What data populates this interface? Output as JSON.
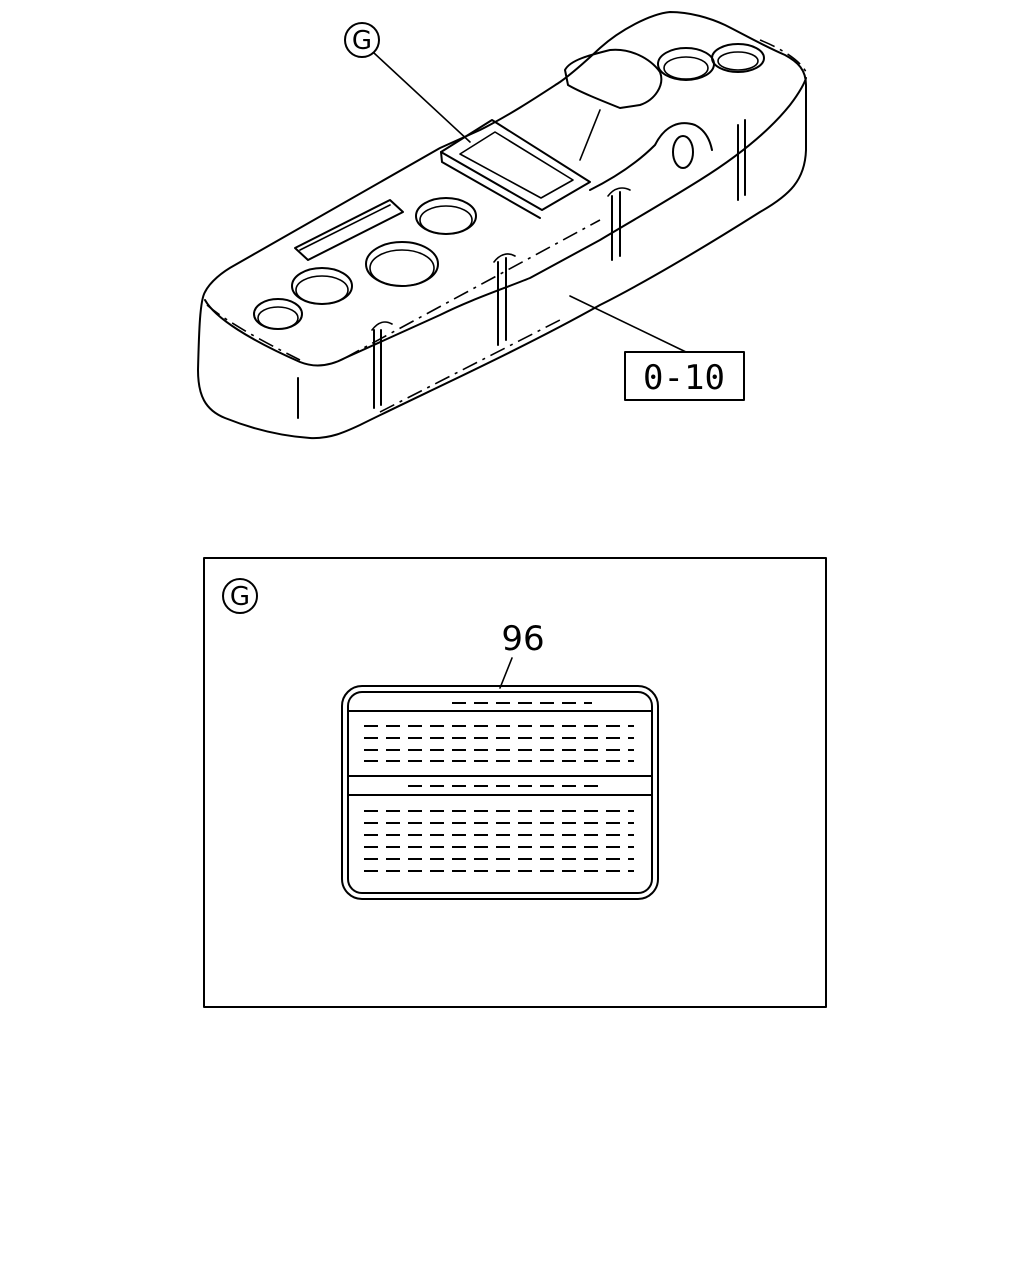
{
  "callout_letter": "G",
  "part_ref": "0-10",
  "detail_letter": "G",
  "part_number": "96"
}
